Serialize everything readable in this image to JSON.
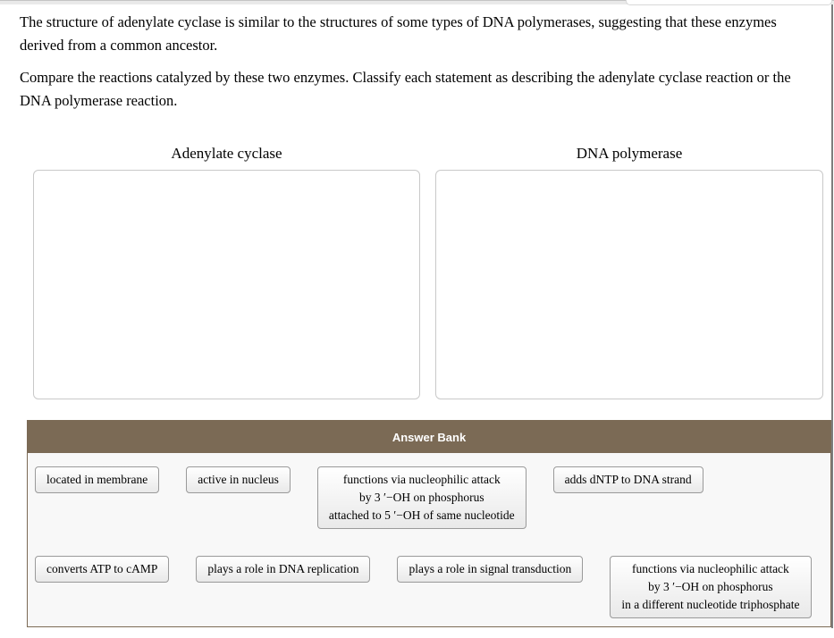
{
  "question": {
    "paragraph_1": "The structure of adenylate cyclase is similar to the structures of some types of DNA polymerases, suggesting that these enzymes derived from a common ancestor.",
    "paragraph_2": "Compare the reactions catalyzed by these two enzymes. Classify each statement as describing the adenylate cyclase reaction or the DNA polymerase reaction."
  },
  "bins": [
    {
      "label": "Adenylate cyclase"
    },
    {
      "label": "DNA polymerase"
    }
  ],
  "answer_bank": {
    "title": "Answer Bank",
    "items": [
      {
        "lines": [
          "located in membrane"
        ]
      },
      {
        "lines": [
          "active in nucleus"
        ]
      },
      {
        "lines": [
          "functions via nucleophilic attack",
          "by 3 ′−OH on phosphorus",
          "attached to 5 ′−OH of same nucleotide"
        ]
      },
      {
        "lines": [
          "adds dNTP to DNA strand"
        ]
      },
      {
        "lines": [
          "converts ATP to cAMP"
        ]
      },
      {
        "lines": [
          "plays a role in DNA replication"
        ]
      },
      {
        "lines": [
          "plays a role in signal transduction"
        ]
      },
      {
        "lines": [
          "functions via nucleophilic attack",
          "by 3 ′−OH on phosphorus",
          "in a different nucleotide triphosphate"
        ]
      }
    ]
  },
  "colors": {
    "bank_header_bg": "#7b6a55",
    "bank_border": "#7b6a55",
    "bank_body_bg": "#f8f8f8",
    "tile_border": "#9a9a9a",
    "dropzone_border": "#c9c9c9"
  }
}
